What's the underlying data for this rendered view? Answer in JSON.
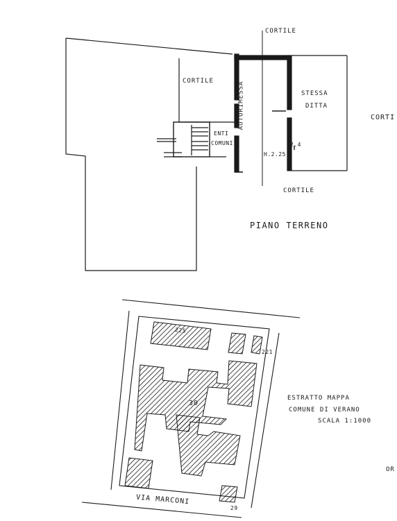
{
  "floor_plan": {
    "title": "PIANO TERRENO",
    "labels": {
      "cortile_top": "CORTILE",
      "cortile_left": "CORTILE",
      "cortile_right": "CORTI",
      "cortile_bottom": "CORTILE",
      "autorimessa": "AUTORIMESSA",
      "stessa_ditta_line1": "STESSA",
      "stessa_ditta_line2": "DITTA",
      "enti_line1": "ENTI",
      "enti_line2": "COMUNI",
      "height": "H.2.25",
      "dim_small": "2.4"
    }
  },
  "cadastral_map": {
    "title_line1": "ESTRATTO MAPPA",
    "title_line2": "COMUNE DI VERANO",
    "scale": "SCALA 1:1000",
    "street": "VIA MARCONI",
    "parcels": [
      "225",
      "221",
      "30",
      "29"
    ],
    "edge_text": "OR"
  },
  "colors": {
    "ink": "#1a1a1a",
    "paper": "#ffffff"
  }
}
